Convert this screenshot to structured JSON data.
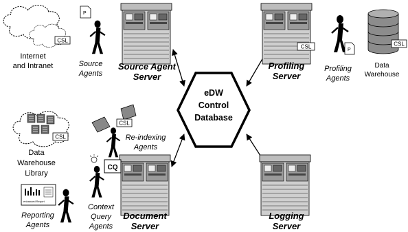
{
  "hub": {
    "line1": "eDW",
    "line2": "Control",
    "line3": "Database"
  },
  "servers": {
    "source_agent": {
      "line1": "Source Agent",
      "line2": "Server"
    },
    "profiling": {
      "line1": "Profiling",
      "line2": "Server"
    },
    "document": {
      "line1": "Document",
      "line2": "Server"
    },
    "logging": {
      "line1": "Logging",
      "line2": "Server"
    }
  },
  "resources": {
    "internet": {
      "line1": "Internet",
      "line2": "and Intranet"
    },
    "data_warehouse": {
      "line1": "Data",
      "line2": "Warehouse"
    },
    "dw_library": {
      "line1": "Data",
      "line2": "Warehouse",
      "line3": "Library"
    }
  },
  "agents": {
    "source": {
      "line1": "Source",
      "line2": "Agents"
    },
    "profiling": {
      "line1": "Profiling",
      "line2": "Agents"
    },
    "reindexing": {
      "line1": "Re-indexing",
      "line2": "Agents"
    },
    "context_query": {
      "line1": "Context",
      "line2": "Query",
      "line3": "Agents"
    },
    "reporting": {
      "line1": "Reporting",
      "line2": "Agents"
    }
  },
  "tags": {
    "csl": "CSL",
    "p": "P",
    "cq": "CQ",
    "report": "enhanced Report"
  },
  "colors": {
    "server_body": "#cfcfcf",
    "server_dark": "#9a9a9a",
    "database": "#8c8c8c",
    "stroke": "#000000"
  }
}
